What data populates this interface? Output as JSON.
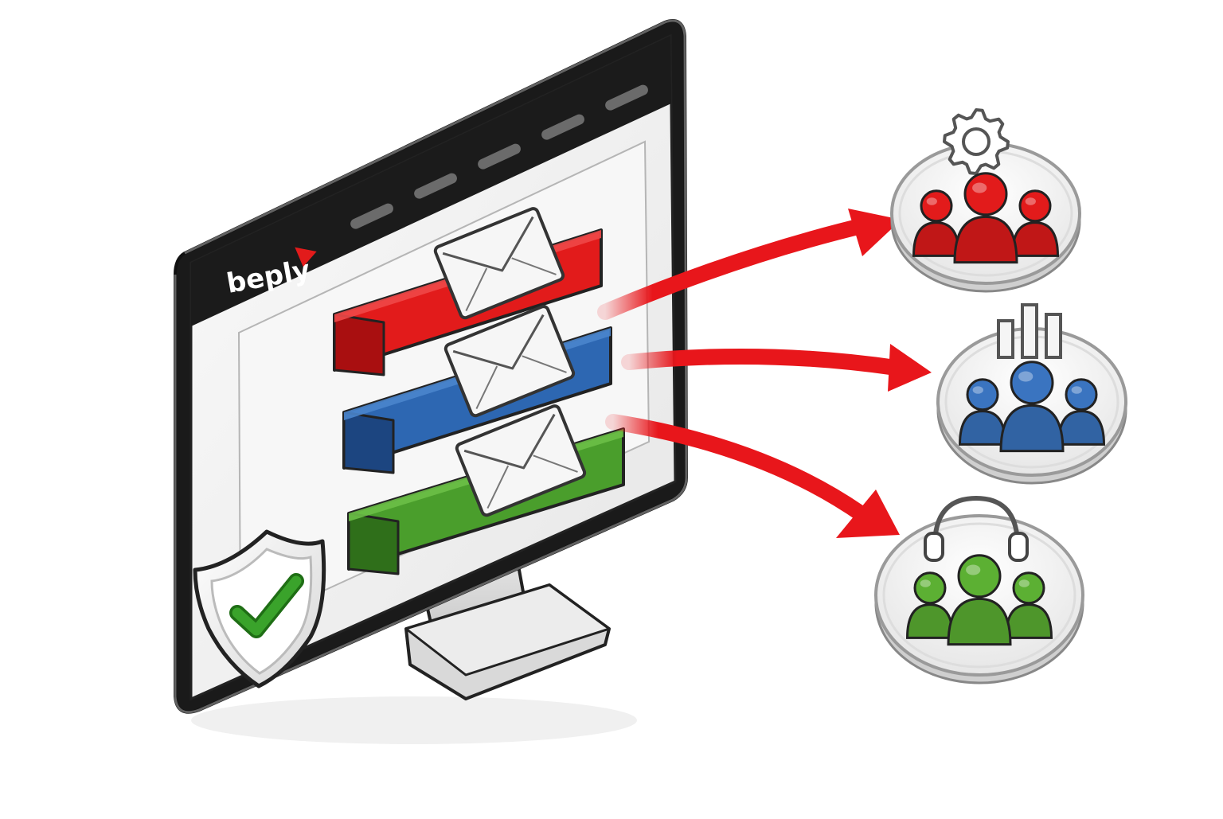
{
  "monitor": {
    "brand_name": "beply",
    "nav_tab_count": 5
  },
  "messages": [
    {
      "id": "msg-red",
      "color": "#e21b1b",
      "dark": "#a90f10",
      "top": "#f04848",
      "icon": "envelope-icon"
    },
    {
      "id": "msg-blue",
      "color": "#2d67b2",
      "dark": "#1c4580",
      "top": "#4a85cc",
      "icon": "envelope-icon"
    },
    {
      "id": "msg-green",
      "color": "#4a9e2c",
      "dark": "#2f6f1a",
      "top": "#6cbf47",
      "icon": "envelope-icon"
    }
  ],
  "groups": [
    {
      "id": "group-red",
      "color": "#e21b1b",
      "badge_icon": "gear-icon"
    },
    {
      "id": "group-blue",
      "color": "#3a74c0",
      "badge_icon": "bar-chart-icon"
    },
    {
      "id": "group-green",
      "color": "#5cb033",
      "badge_icon": "headset-icon"
    }
  ],
  "security": {
    "icon": "shield-check-icon",
    "accent": "#3aa32b"
  },
  "colors": {
    "arrow": "#e8161b",
    "frame": "#1a1a1a",
    "screen": "#f1f1f1"
  }
}
